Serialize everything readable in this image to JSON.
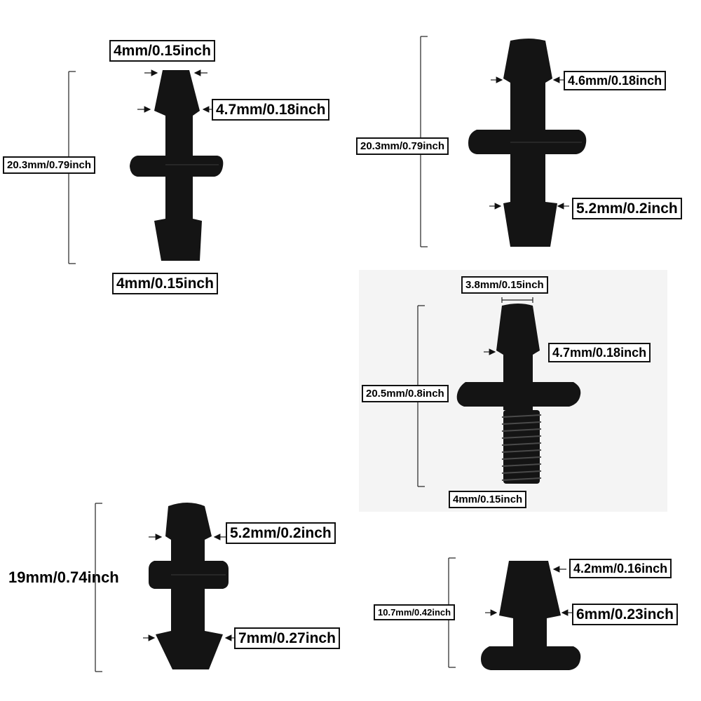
{
  "fitting_1": {
    "top_width": "4mm/0.15inch",
    "barb_width": "4.7mm/0.18inch",
    "length": "20.3mm/0.79inch",
    "bottom_width": "4mm/0.15inch"
  },
  "fitting_2": {
    "top_width": "4.6mm/0.18inch",
    "length": "20.3mm/0.79inch",
    "bottom_width": "5.2mm/0.2inch"
  },
  "fitting_3": {
    "top_width": "3.8mm/0.15inch",
    "barb_width": "4.7mm/0.18inch",
    "length": "20.5mm/0.8inch",
    "thread_width": "4mm/0.15inch"
  },
  "fitting_4": {
    "barb_width": "5.2mm/0.2inch",
    "length": "19mm/0.74inch",
    "bottom_width": "7mm/0.27inch"
  },
  "fitting_5": {
    "top_width": "4.2mm/0.16inch",
    "length": "10.7mm/0.42inch",
    "barb_width": "6mm/0.23inch"
  },
  "colors": {
    "part": "#141414",
    "background": "#ffffff",
    "panel": "#f4f4f4"
  }
}
